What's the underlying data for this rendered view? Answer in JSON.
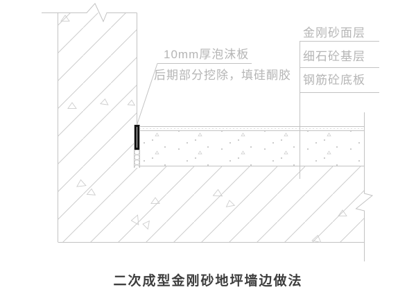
{
  "drawing_title": "二次成型金刚砂地坪墙边做法",
  "callouts": {
    "foam_board": "10mm厚泡沫板",
    "foam_board_note": "后期部分挖除，填硅酮胶",
    "layers": [
      "金刚砂面层",
      "细石砼基层",
      "钢筋砼底板"
    ]
  },
  "colors": {
    "line": "#c2c2c2",
    "label_text": "#b5b5b5",
    "title_text": "#3d3d3d",
    "sealant": "#141414",
    "background": "#ffffff"
  }
}
